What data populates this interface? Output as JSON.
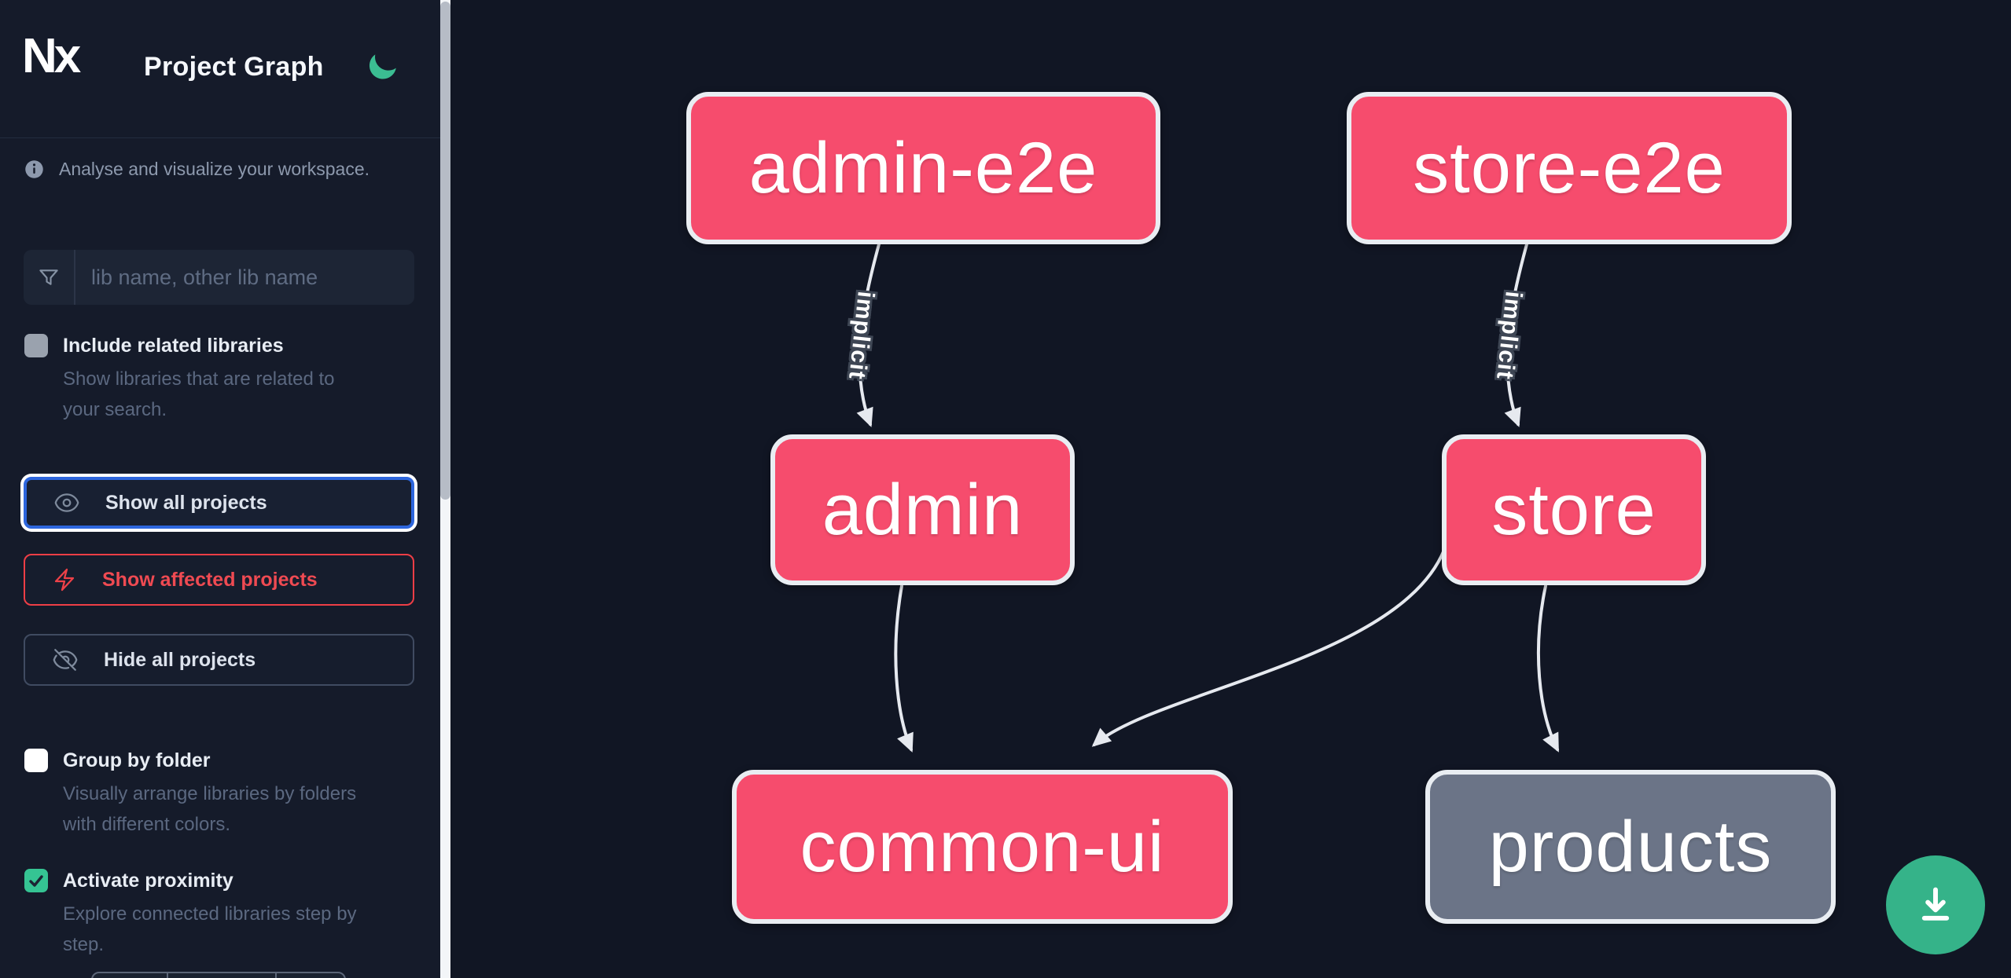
{
  "app": {
    "name": "Nx",
    "title": "Project Graph"
  },
  "sidebar": {
    "tagline": "Analyse and visualize your workspace.",
    "search": {
      "placeholder": "lib name, other lib name",
      "value": ""
    },
    "include_related": {
      "label": "Include related libraries",
      "description": "Show libraries that are related to your search.",
      "checked": false,
      "disabled": true
    },
    "actions": {
      "show_all": "Show all projects",
      "show_affected": "Show affected projects",
      "hide_all": "Hide all projects",
      "active": "Show all projects"
    },
    "group_by_folder": {
      "label": "Group by folder",
      "description": "Visually arrange libraries by folders with different colors.",
      "checked": false
    },
    "proximity": {
      "label": "Activate proximity",
      "description": "Explore connected libraries step by step.",
      "checked": true
    }
  },
  "graph": {
    "nodes": [
      {
        "id": "admin-e2e",
        "label": "admin-e2e",
        "kind": "affected"
      },
      {
        "id": "store-e2e",
        "label": "store-e2e",
        "kind": "affected"
      },
      {
        "id": "admin",
        "label": "admin",
        "kind": "affected"
      },
      {
        "id": "store",
        "label": "store",
        "kind": "affected"
      },
      {
        "id": "common-ui",
        "label": "common-ui",
        "kind": "affected"
      },
      {
        "id": "products",
        "label": "products",
        "kind": "default"
      }
    ],
    "edges": [
      {
        "source": "admin-e2e",
        "target": "admin",
        "label": "implicit"
      },
      {
        "source": "store-e2e",
        "target": "store",
        "label": "implicit"
      },
      {
        "source": "admin",
        "target": "common-ui",
        "label": ""
      },
      {
        "source": "store",
        "target": "common-ui",
        "label": ""
      },
      {
        "source": "store",
        "target": "products",
        "label": ""
      }
    ]
  },
  "fab": {
    "action": "download"
  },
  "colors": {
    "affected_node": "#f64c6d",
    "default_node": "#6b7487",
    "edge": "#e6e9ef",
    "accent_blue": "#2d66dd",
    "accent_red": "#ee3e46",
    "fab_green": "#35b389",
    "moon_green": "#3bbd92",
    "sidebar_bg": "#151b2a",
    "canvas_bg": "#111624"
  }
}
